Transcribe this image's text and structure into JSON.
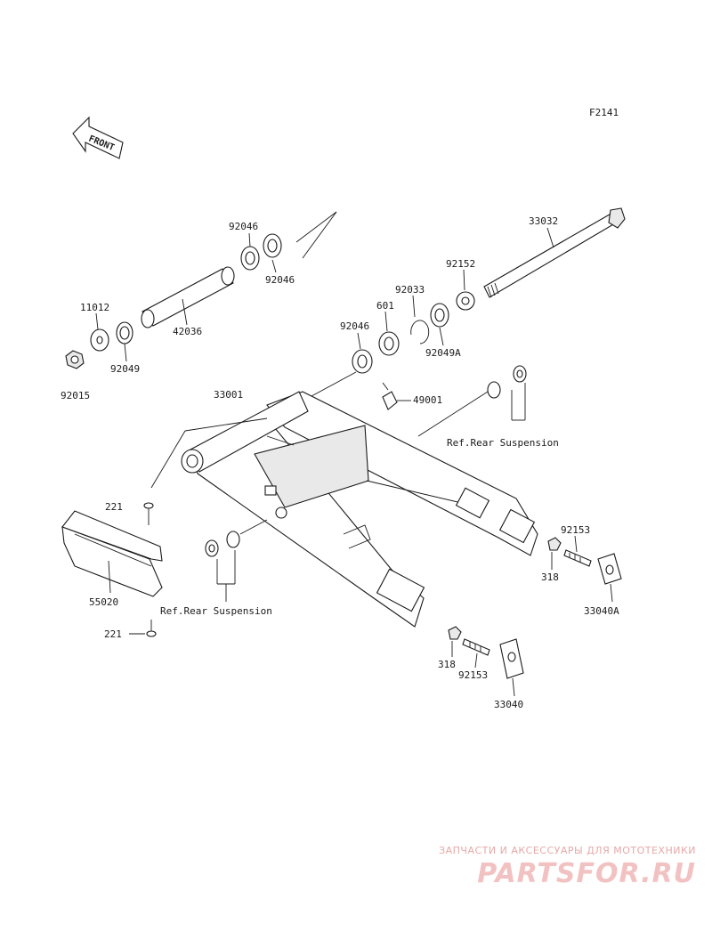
{
  "diagram_code": "F2141",
  "front_arrow": {
    "label": "FRONT",
    "icon": "front-arrow-icon"
  },
  "callouts": {
    "p33032": "33032",
    "p92046a": "92046",
    "p92046b": "92046",
    "p92046c": "92046",
    "p11012": "11012",
    "p42036": "42036",
    "p92049": "92049",
    "p92015": "92015",
    "p92152": "92152",
    "p92033": "92033",
    "p601": "601",
    "p92049a": "92049A",
    "p33001": "33001",
    "p49001": "49001",
    "p221a": "221",
    "p221b": "221",
    "p55020": "55020",
    "p92153a": "92153",
    "p92153b": "92153",
    "p318a": "318",
    "p318b": "318",
    "p33040a": "33040A",
    "p33040": "33040"
  },
  "references": {
    "ref_upper": "Ref.Rear Suspension",
    "ref_lower": "Ref.Rear Suspension"
  },
  "watermark": {
    "tagline": "ЗАПЧАСТИ И АКСЕССУАРЫ ДЛЯ МОТОТЕХНИКИ",
    "logo": "PARTSFOR.RU"
  }
}
